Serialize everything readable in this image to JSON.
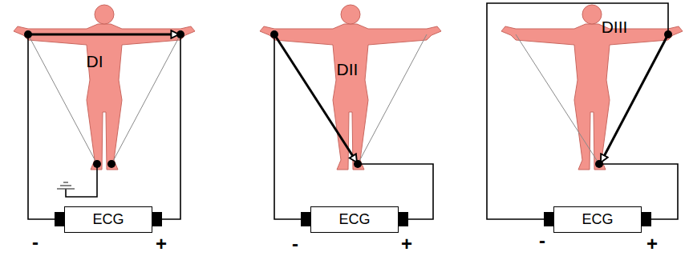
{
  "diagram": {
    "nodes": [
      {
        "text": [
          "ECG"
        ]
      },
      {
        "text": [
          "ECG"
        ]
      },
      {
        "text": [
          "ECG"
        ]
      }
    ],
    "labels": [
      "DI",
      "-",
      "+",
      "DII",
      "-",
      "+",
      "DIII",
      "-",
      "+"
    ]
  }
}
